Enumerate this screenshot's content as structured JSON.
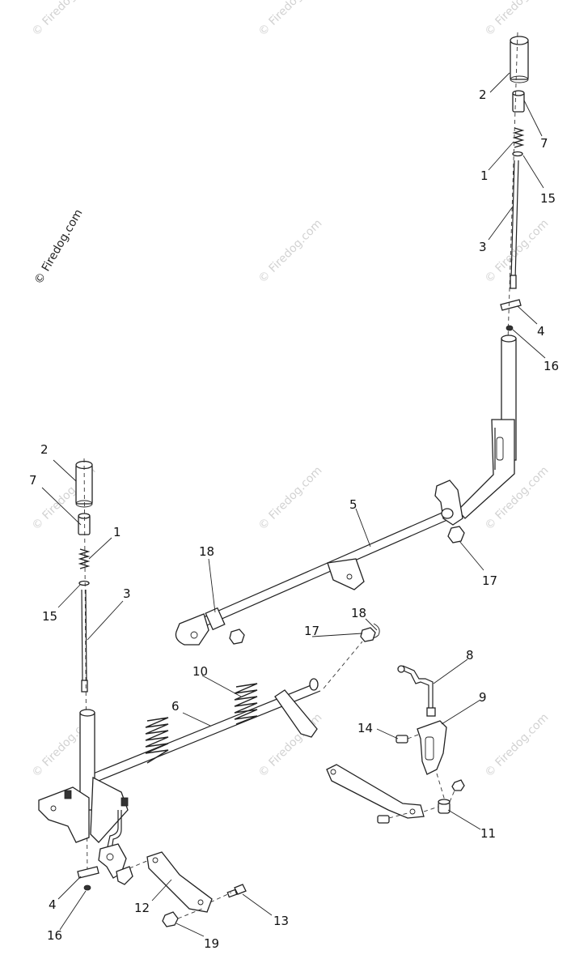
{
  "diagram": {
    "watermark_text": "© Firedog.com",
    "side_watermark_text": "© Firedog.com",
    "callouts": {
      "c_2_top": "2",
      "c_7_top": "7",
      "c_1_top": "1",
      "c_15_top": "15",
      "c_3_top": "3",
      "c_4_top": "4",
      "c_16_top": "16",
      "c_2_left": "2",
      "c_7_left": "7",
      "c_1_left": "1",
      "c_15_left": "15",
      "c_3_left": "3",
      "c_5": "5",
      "c_17_right": "17",
      "c_18_mid": "18",
      "c_18_small": "18",
      "c_17_small": "17",
      "c_10": "10",
      "c_6": "6",
      "c_8": "8",
      "c_9": "9",
      "c_14": "14",
      "c_11": "11",
      "c_4_bottom": "4",
      "c_16_bottom": "16",
      "c_12": "12",
      "c_13": "13",
      "c_19": "19"
    }
  }
}
